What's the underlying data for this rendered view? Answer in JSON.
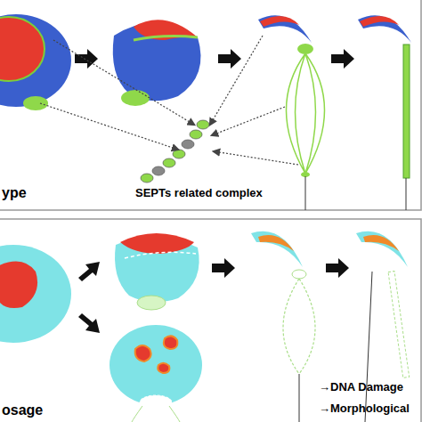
{
  "diagram": {
    "labels": [
      "ype",
      "SEPTs related complex",
      "osage",
      "→DNA Damage",
      "→Morphological"
    ]
  }
}
